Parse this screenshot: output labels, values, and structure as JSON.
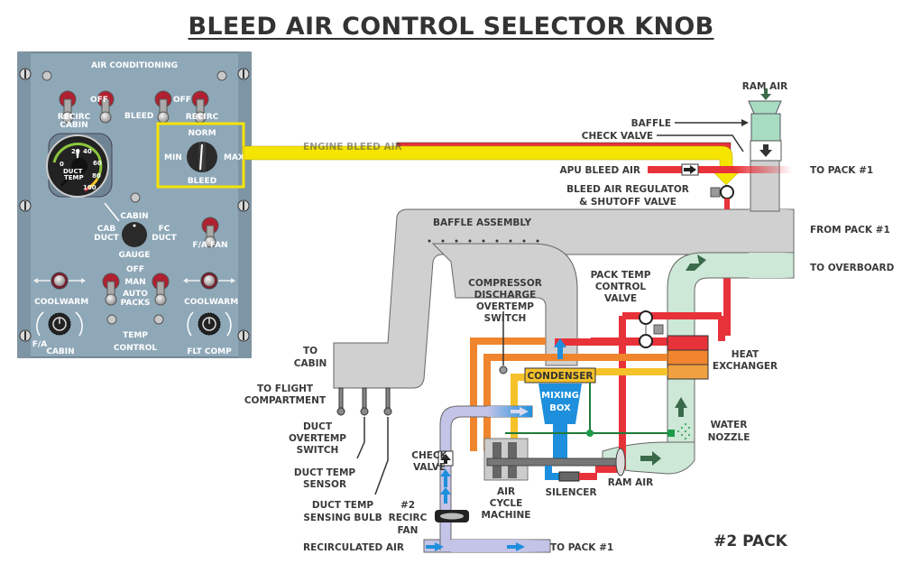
{
  "title": "BLEED AIR CONTROL SELECTOR KNOB",
  "panel": {
    "title": "AIR CONDITIONING",
    "switches": {
      "recirc_cabin": [
        "RECIRC",
        "CABIN"
      ],
      "off_left": "OFF",
      "bleed": "BLEED",
      "off_right": "OFF",
      "recirc_right": "RECIRC",
      "fa_fan": "F/A FAN"
    },
    "gauge": {
      "label": [
        "DUCT",
        "TEMP"
      ],
      "ticks": [
        "0",
        "20",
        "40",
        "60",
        "80",
        "100"
      ]
    },
    "bleed_knob": {
      "top": "NORM",
      "left": "MIN",
      "right": "MAX",
      "bottom": "BLEED",
      "highlight_color": "#f5e400"
    },
    "gauge_selector": {
      "top": "CABIN",
      "left": [
        "CAB",
        "DUCT"
      ],
      "right": [
        "FC",
        "DUCT"
      ],
      "bottom": "GAUGE"
    },
    "packs": {
      "off": "OFF",
      "man": "MAN",
      "auto": [
        "AUTO",
        "PACKS"
      ]
    },
    "temp_left": {
      "cool": "COOL",
      "warm": "WARM",
      "zone_a": "F/A",
      "zone_b": "CABIN"
    },
    "temp_right": {
      "cool": "COOL",
      "warm": "WARM",
      "zone": "FLT COMP"
    },
    "temp_control": [
      "TEMP",
      "CONTROL"
    ]
  },
  "labels": {
    "ram_air_top": "RAM AIR",
    "baffle": "BAFFLE",
    "check_valve_top": "CHECK VALVE",
    "engine_bleed_air": "ENGINE BLEED AIR",
    "apu_bleed_air": "APU BLEED AIR",
    "bleed_valve": [
      "BLEED AIR REGULATOR",
      "& SHUTOFF VALVE"
    ],
    "to_pack1_top": "TO PACK #1",
    "baffle_assembly": "BAFFLE ASSEMBLY",
    "from_pack1": "FROM PACK #1",
    "to_overboard": "TO OVERBOARD",
    "pack_temp_valve": [
      "PACK TEMP",
      "CONTROL",
      "VALVE"
    ],
    "compressor_switch": [
      "COMPRESSOR",
      "DISCHARGE",
      "OVERTEMP",
      "SWITCH"
    ],
    "heat_exchanger": [
      "HEAT",
      "EXCHANGER"
    ],
    "to_cabin": [
      "TO",
      "CABIN"
    ],
    "to_flight_comp": [
      "TO FLIGHT",
      "COMPARTMENT"
    ],
    "condenser": "CONDENSER",
    "mixing_box": [
      "MIXING",
      "BOX"
    ],
    "water_nozzle": [
      "WATER",
      "NOZZLE"
    ],
    "duct_overtemp": [
      "DUCT",
      "OVERTEMP",
      "SWITCH"
    ],
    "duct_temp_sensor": [
      "DUCT TEMP",
      "SENSOR"
    ],
    "duct_temp_bulb": [
      "DUCT TEMP",
      "SENSING BULB"
    ],
    "check_valve_left": [
      "CHECK",
      "VALVE"
    ],
    "air_cycle_machine": [
      "AIR",
      "CYCLE",
      "MACHINE"
    ],
    "silencer": "SILENCER",
    "ram_air_bottom": "RAM AIR",
    "recirc_fan": [
      "#2",
      "RECIRC",
      "FAN"
    ],
    "recirculated_air": "RECIRCULATED AIR",
    "to_pack1_bottom": "TO PACK #1",
    "pack_name": "#2 PACK"
  },
  "colors": {
    "bleed_hot": "#e8323a",
    "compressor": "#f0852e",
    "turbine": "#f5c22a",
    "ram_air": "#a8dcc0",
    "conditioned": "#d0d0d0",
    "cold_air": "#1e8fdc",
    "recirc": "#b8b8e0",
    "highlight": "#f5e400",
    "panel": "#8fa8b8"
  }
}
